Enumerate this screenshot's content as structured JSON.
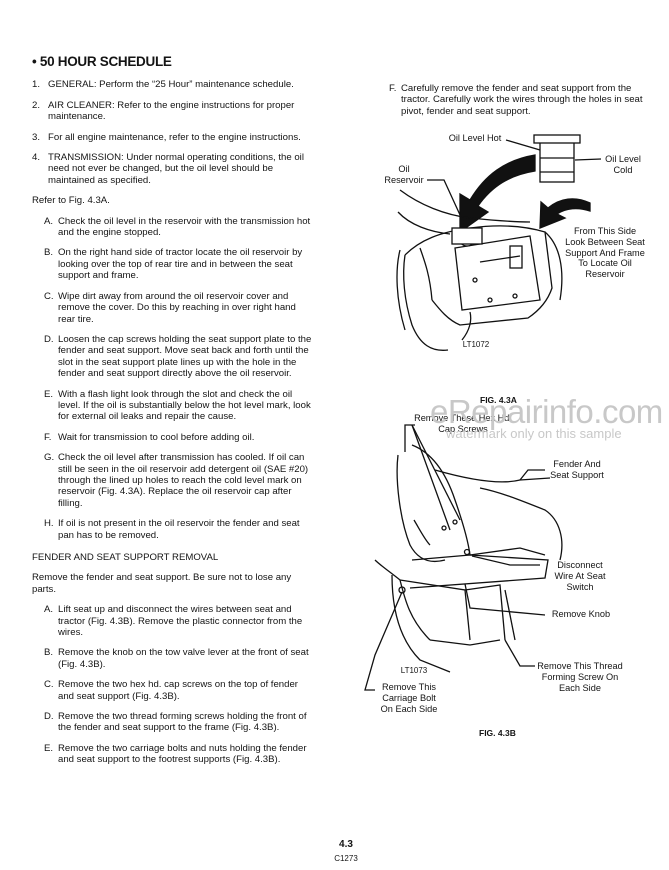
{
  "heading": "• 50 HOUR SCHEDULE",
  "numbered": [
    {
      "n": "1.",
      "text": "GENERAL: Perform the “25 Hour” maintenance schedule."
    },
    {
      "n": "2.",
      "text": "AIR CLEANER: Refer to the engine instructions for proper maintenance."
    },
    {
      "n": "3.",
      "text": "For all engine maintenance, refer to the engine instructions."
    },
    {
      "n": "4.",
      "text": "TRANSMISSION: Under normal operating conditions, the oil need not ever be changed, but the oil level should be maintained as specified."
    }
  ],
  "refer": "Refer to Fig. 4.3A.",
  "steps": [
    {
      "n": "A.",
      "text": "Check the oil level in the reservoir with the transmission hot and the engine stopped."
    },
    {
      "n": "B.",
      "text": "On the right hand side of tractor locate the oil reservoir by looking over the top of rear tire and in between the seat support and frame."
    },
    {
      "n": "C.",
      "text": "Wipe dirt away from around the oil reservoir cover and remove the cover. Do this by reaching in over right hand rear tire."
    },
    {
      "n": "D.",
      "text": "Loosen the cap screws holding the seat support plate to the fender and seat support. Move seat back and forth until the slot in the seat support plate lines up with the hole in the fender and seat support directly above the oil reservoir."
    },
    {
      "n": "E.",
      "text": "With a flash light look through the slot and check the oil level. If the oil is substantially below the hot level mark, look for external oil leaks and repair the cause."
    },
    {
      "n": "F.",
      "text": "Wait for transmission to cool before adding oil."
    },
    {
      "n": "G.",
      "text": "Check the oil level after transmission has cooled. If oil can still be seen in the oil reservoir add detergent oil (SAE #20) through the lined up holes to reach the cold level mark on reservoir (Fig. 4.3A). Replace the oil reservoir cap after filling."
    },
    {
      "n": "H.",
      "text": "If oil is not present in the oil reservoir the fender and seat pan has to be removed."
    }
  ],
  "section2": "FENDER AND SEAT SUPPORT REMOVAL",
  "intro2": "Remove the fender and seat support. Be sure not to lose any parts.",
  "steps2": [
    {
      "n": "A.",
      "text": "Lift seat up and disconnect the wires between seat and tractor (Fig. 4.3B). Remove the plastic connector from the wires."
    },
    {
      "n": "B.",
      "text": "Remove the knob on the tow valve lever at the front of seat (Fig. 4.3B)."
    },
    {
      "n": "C.",
      "text": "Remove the two hex hd. cap screws on the top of fender and seat support (Fig. 4.3B)."
    },
    {
      "n": "D.",
      "text": "Remove the two thread forming screws holding the front of the fender and seat support to the frame (Fig. 4.3B)."
    },
    {
      "n": "E.",
      "text": "Remove the two carriage bolts and nuts holding the fender and seat support to the footrest supports (Fig. 4.3B)."
    }
  ],
  "right_step": {
    "n": "F.",
    "text": "Carefully remove the fender and seat support from the tractor. Carefully work the wires through the holes in seat pivot, fender and seat support."
  },
  "figA": {
    "oil_level_hot": "Oil Level Hot",
    "oil_level_cold": "Oil Level Cold",
    "oil_reservoir": "Oil Reservoir",
    "from_this_side": "From This Side Look Between Seat Support And Frame To Locate Oil Reservoir",
    "code": "LT1072",
    "caption": "FIG. 4.3A"
  },
  "figB": {
    "remove_these": "Remove These Hex Hd. Cap Screws",
    "fender": "Fender And Seat Support",
    "disconnect": "Disconnect Wire At Seat Switch",
    "remove_knob": "Remove Knob",
    "thread": "Remove This Thread Forming Screw On Each Side",
    "carriage": "Remove This Carriage Bolt On Each Side",
    "code": "LT1073",
    "caption": "FIG. 4.3B"
  },
  "watermark": {
    "main": "eRepairinfo.com",
    "sub": "watermark only on this sample"
  },
  "footer": {
    "page": "4.3",
    "code": "C1273"
  }
}
